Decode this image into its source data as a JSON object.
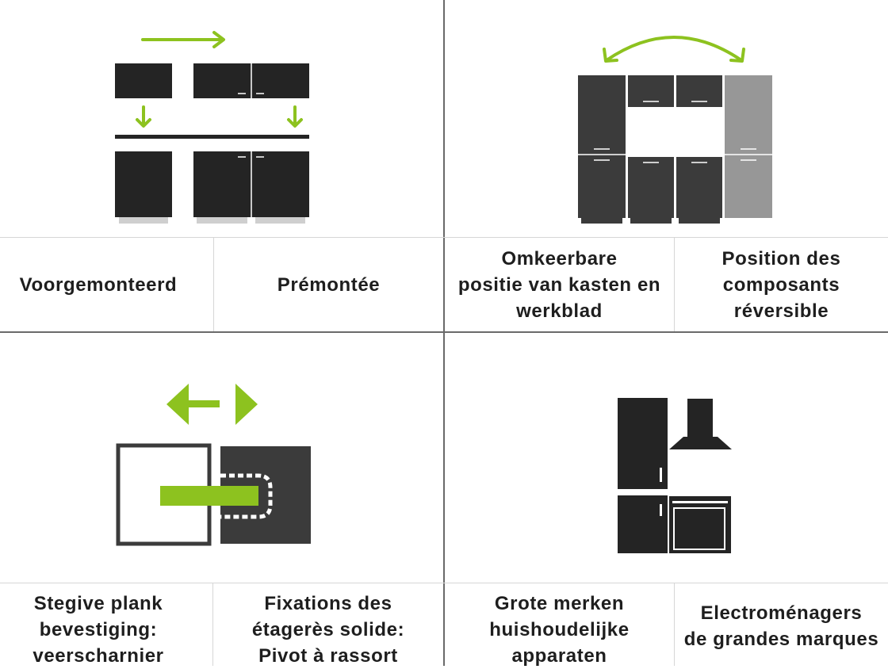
{
  "features": [
    {
      "id": "premounted",
      "label_nl": "Voorgemonteerd",
      "label_fr": "Prémontée"
    },
    {
      "id": "reversible",
      "label_nl": "Omkeerbare\npositie van kasten en\nwerkblad",
      "label_fr": "Position des\ncomposants\nréversible"
    },
    {
      "id": "shelf-fixing",
      "label_nl": "Stegive plank\nbevestiging:\nveerscharnier",
      "label_fr": "Fixations des\nétagerès solide:\nPivot à rassort"
    },
    {
      "id": "brand-appliances",
      "label_nl": "Grote merken\nhuishoudelijke\napparaten",
      "label_fr": "Electroménagers\nde grandes marques"
    }
  ],
  "colors": {
    "accent": "#8dc21f",
    "cabinet_dark": "#242424",
    "cabinet_mid": "#3b3b3b",
    "cabinet_light": "#979797",
    "plinth": "#cfcfcf"
  },
  "icons": [
    "right-arrow-icon",
    "down-arrow-icon",
    "curved-arrow-icon",
    "double-arrow-icon",
    "fridge-icon",
    "cooker-hood-icon",
    "oven-icon"
  ]
}
